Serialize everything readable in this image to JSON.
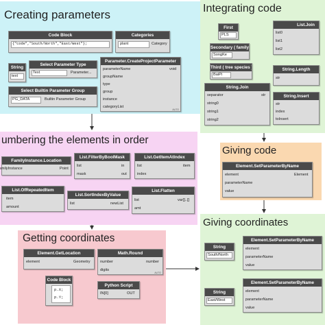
{
  "sections": {
    "creating": "Creating parameters",
    "numbering": "umbering the elements in order",
    "getting": "Getting coordinates",
    "integrating": "Integrating code",
    "giving_code": "Giving code",
    "giving_coords": "Giving coordinates"
  },
  "colors": {
    "creating": "#cdf2f7",
    "numbering": "#f7d4f3",
    "getting": "#f7c9cf",
    "integrating": "#dff4d6",
    "giving_code": "#fad8b0",
    "giving_coords": "#dff4d6"
  },
  "nodes": {
    "codeblock1": {
      "title": "Code Block",
      "code": "{\"code\",\"South/North\",\"East/West\"};"
    },
    "categories": {
      "title": "Categories",
      "value": "plant",
      "port": "Category"
    },
    "string_text": {
      "title": "String",
      "value": "text"
    },
    "select_param": {
      "title": "Select Parameter Type",
      "value": "Text",
      "port": "Parameter..."
    },
    "builtin_group": {
      "title": "Select Builtin Parameter Group",
      "value": "PG_DATA",
      "port": "Builtin Parameter Group"
    },
    "create_param": {
      "title": "Parameter.CreateProjectParameter",
      "inputs": [
        "parameterName",
        "groupName",
        "type",
        "group",
        "instance",
        "categoryList"
      ],
      "output": "void"
    },
    "first": {
      "title": "First",
      "value": "PLS"
    },
    "secondary": {
      "title": "Secondary ( family )",
      "value": "SongKe"
    },
    "third": {
      "title": "Third ( tree species )",
      "value": "BaiPi"
    },
    "list_join": {
      "title": "List.Join",
      "inputs": [
        "list0",
        "list1",
        "list2"
      ]
    },
    "string_length": {
      "title": "String.Length",
      "input": "str"
    },
    "string_join": {
      "title": "String.Join",
      "inputs": [
        "separator",
        "string0",
        "string1",
        "string2"
      ],
      "output": "str"
    },
    "string_insert": {
      "title": "String.Insert",
      "inputs": [
        "str",
        "index",
        "toInsert"
      ]
    },
    "family_location": {
      "title": "FamilyInstance.Location",
      "input": "familyInstance",
      "output": "Point"
    },
    "filter_mask": {
      "title": "List.FilterByBoolMask",
      "inputs": [
        "list",
        "mask"
      ],
      "outputs": [
        "in",
        "out"
      ]
    },
    "get_item": {
      "title": "List.GetItemAtIndex",
      "inputs": [
        "list",
        "index"
      ],
      "output": "item"
    },
    "repeated": {
      "title": "List.OfRepeatedItem",
      "inputs": [
        "item",
        "amount"
      ]
    },
    "sort_index": {
      "title": "List.SortIndexByValue",
      "input": "list",
      "output": "newList"
    },
    "flatten": {
      "title": "List.Flatten",
      "inputs": [
        "list",
        "amt"
      ],
      "output": "var[]..[]"
    },
    "el_location": {
      "title": "Element.GetLocation",
      "input": "element",
      "output": "Geometry"
    },
    "math_round": {
      "title": "Math.Round",
      "inputs": [
        "number",
        "digits"
      ],
      "output": "number"
    },
    "codeblock2": {
      "title": "Code Block",
      "lines": [
        "p.X;",
        "p.Y;"
      ]
    },
    "python": {
      "title": "Python Script",
      "input": "IN[0]",
      "output": "OUT"
    },
    "set_param1": {
      "title": "Element.SetParameterByName",
      "inputs": [
        "element",
        "parameterName",
        "value"
      ],
      "output": "Element"
    },
    "string_sn": {
      "title": "String",
      "value": "South/North"
    },
    "set_param2": {
      "title": "Element.SetParameterByName",
      "inputs": [
        "element",
        "parameterName",
        "value"
      ]
    },
    "string_ew": {
      "title": "String",
      "value": "East/West"
    },
    "set_param3": {
      "title": "Element.SetParameterByName",
      "inputs": [
        "element",
        "parameterName",
        "value"
      ]
    }
  },
  "auto": "AUTO"
}
